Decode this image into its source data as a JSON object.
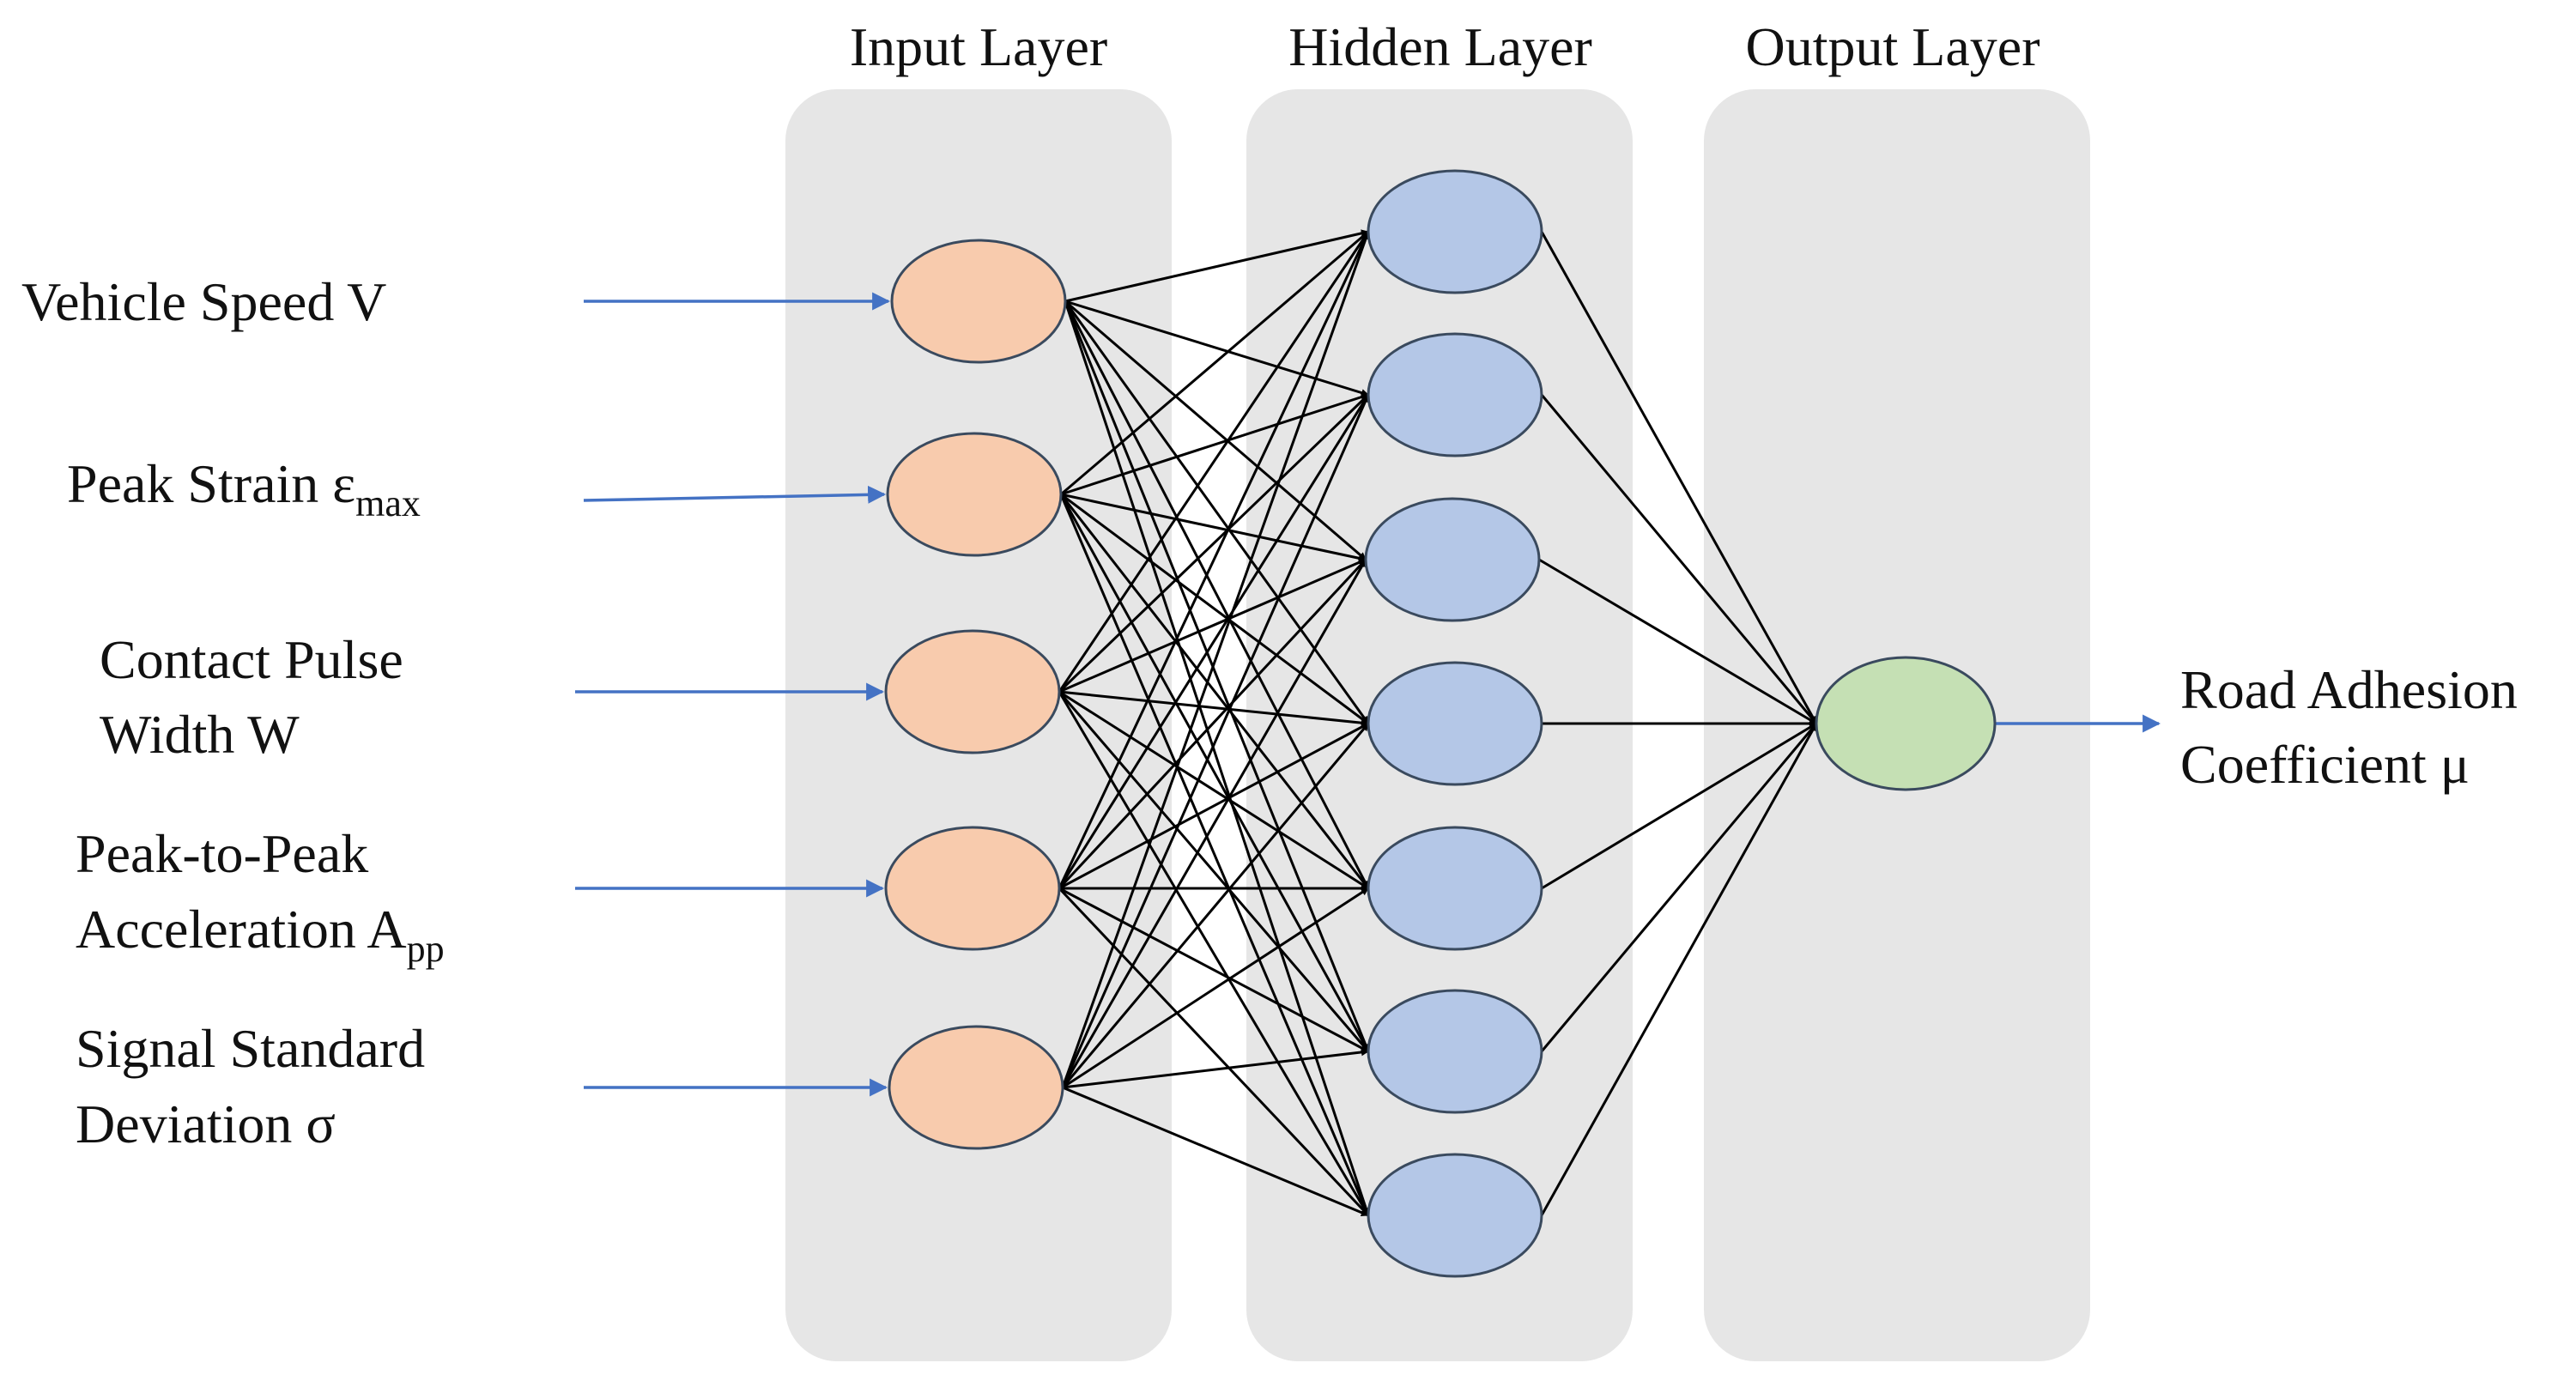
{
  "layers": [
    {
      "title": "Input Layer"
    },
    {
      "title": "Hidden Layer"
    },
    {
      "title": "Output Layer"
    }
  ],
  "inputs": [
    {
      "lines": [
        {
          "text": "Vehicle Speed V"
        }
      ]
    },
    {
      "lines": [
        {
          "text": "Peak Strain ε",
          "sub": "max"
        }
      ]
    },
    {
      "lines": [
        {
          "text": "Contact Pulse"
        },
        {
          "text": "Width W"
        }
      ]
    },
    {
      "lines": [
        {
          "text": "Peak-to-Peak"
        },
        {
          "text": "Acceleration A",
          "sub": "pp"
        }
      ]
    },
    {
      "lines": [
        {
          "text": "Signal Standard"
        },
        {
          "text": "Deviation σ"
        }
      ]
    }
  ],
  "output": {
    "lines": [
      {
        "text": "Road Adhesion"
      },
      {
        "text": "Coefficient μ"
      }
    ]
  },
  "network": {
    "input_nodes": 5,
    "hidden_nodes": 7,
    "output_nodes": 1
  },
  "colors": {
    "panel": "#e6e6e6",
    "input_node": "#f8cbad",
    "hidden_node": "#b4c7e7",
    "output_node": "#c5e0b4",
    "node_stroke": "#3a4a5e",
    "arrow": "#4472c4",
    "connection": "#000000"
  }
}
